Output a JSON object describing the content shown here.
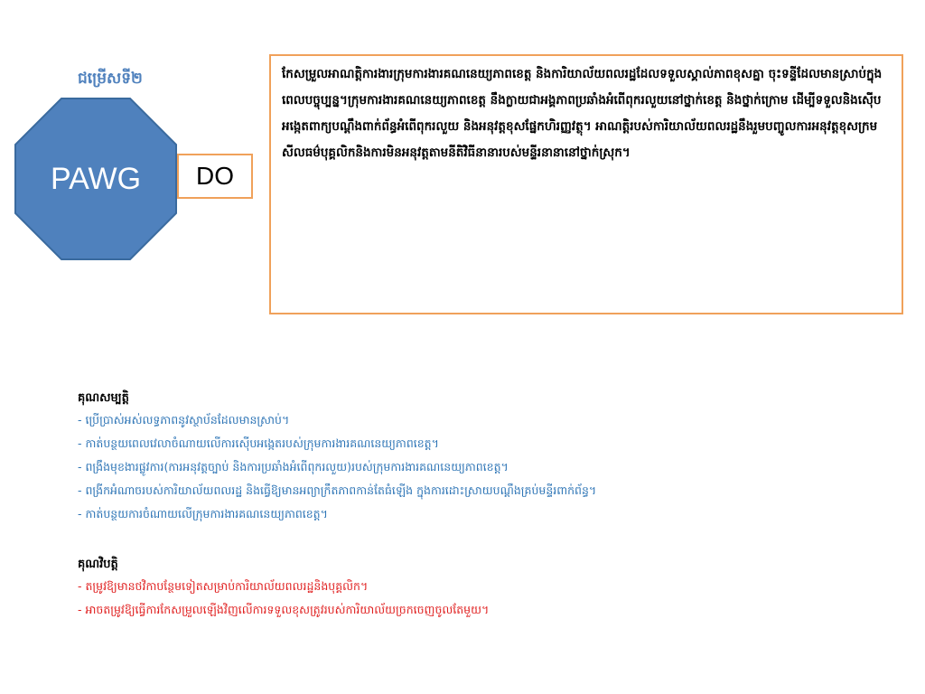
{
  "slide": {
    "option_title": "ជម្រើសទី២",
    "shape_label": "PAWG",
    "box_label": "DO",
    "description": "កែសម្រួលអាណត្តិការងារក្រុមការងារគណនេយ្យភាពខេត្ត និងការិយាល័យពលរដ្ឋដែលទទួលស្គាល់ភាពខុសគ្នា ចុះទន្ទីដែលមានស្រាប់ក្នុងពេលបច្ចុប្បន្ន។ក្រុមការងារគណនេយ្យភាពខេត្ត នឹងក្លាយជាអង្គភាពប្រឆាំងអំពើពុករលួយនៅថ្នាក់ខេត្ត និងថ្នាក់ក្រោម ដើម្បីទទួលនិងស៊ើបអង្កេតពាក្យបណ្ដឹងពាក់ព័ន្ធអំពើពុករលួយ និងអនុវត្តខុសផ្នែកហិរញ្ញវត្ថុ។ អាណត្តិរបស់ការិយាល័យពលរដ្ឋនឹងរួមបញ្ចូលការអនុវត្តខុសក្រមសីលធម៌បុគ្គលិកនិងការមិនអនុវត្តតាមនីតិវិធីនានារបស់មន្ទីរនានានៅថ្នាក់ស្រុក។",
    "advantages": {
      "heading": "គុណសម្បត្តិ",
      "items": [
        "- ប្រើប្រាស់អស់លទ្ធភាពនូវស្ថាប័នដែលមានស្រាប់។",
        "- កាត់បន្ថយពេលវេលាចំណាយលើការស៊ើបអង្កេតរបស់ក្រុមការងារគណនេយ្យភាពខេត្ត។",
        "- ពង្រឹងមុខងារផ្លូវការ(ការអនុវត្តច្បាប់ និងការប្រឆាំងអំពើពុករលួយ)របស់ក្រុមការងារគណនេយ្យភាពខេត្ត។",
        "- ពង្រីកអំណាចរបស់ការិយាល័យពលរដ្ឋ និងធ្វើឱ្យមានអព្យាក្រឹតភាពកាន់តែធំឡើង ក្នុងការដោះស្រាយបណ្ដឹងគ្រប់មន្ទីរពាក់ព័ន្ធ។",
        "- កាត់បន្ថយការចំណាយលើក្រុមការងារគណនេយ្យភាពខេត្ត។"
      ]
    },
    "disadvantages": {
      "heading": "គុណវិបត្តិ",
      "items": [
        "- តម្រូវឱ្យមានថវិកាបន្ថែមទៀតសម្រាប់ការិយាល័យពលរដ្ឋនិងបុគ្គលិក។",
        "- អាចតម្រូវឱ្យធ្វើការកែសម្រួលឡើងវិញលើការទទួលខុសត្រូវរបស់ការិយាល័យច្រកចេញចូលតែមួយ។"
      ]
    },
    "colors": {
      "octagon_fill": "#4f81bd",
      "octagon_stroke": "#3a6a9e",
      "box_border": "#f0a15a",
      "advantage_text": "#2e75b6",
      "disadvantage_text": "#e02020",
      "option_title": "#4f81bd"
    }
  }
}
